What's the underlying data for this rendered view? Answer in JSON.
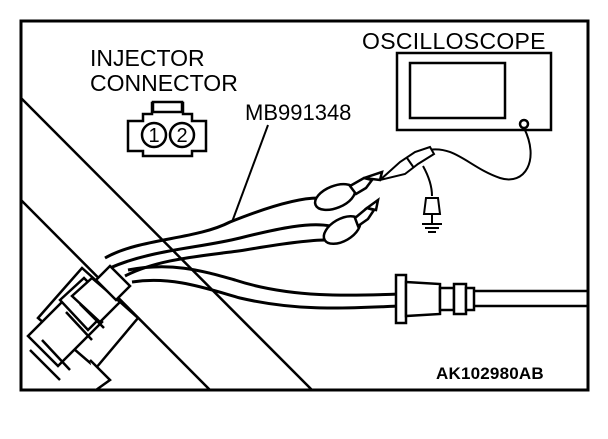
{
  "labels": {
    "injector_line1": "INJECTOR",
    "injector_line2": "CONNECTOR",
    "tool": "MB991348",
    "oscilloscope": "OSCILLOSCOPE",
    "figure_code": "AK102980AB"
  },
  "connector_pins": [
    "1",
    "2"
  ],
  "colors": {
    "stroke": "#000000",
    "background": "#ffffff"
  }
}
